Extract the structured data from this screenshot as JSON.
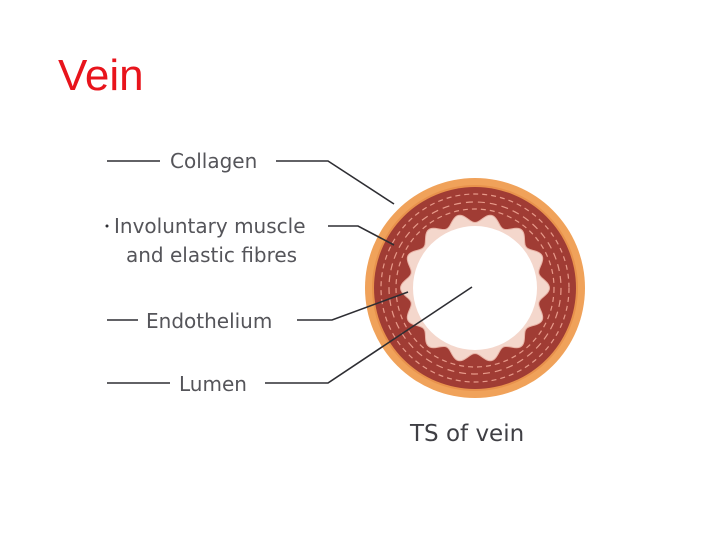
{
  "slide": {
    "title": "Vein"
  },
  "diagram": {
    "labels": {
      "collagen": "Collagen",
      "muscle_line1": "Involuntary muscle",
      "muscle_line2": "and elastic fibres",
      "endothelium": "Endothelium",
      "lumen": "Lumen"
    },
    "caption": "TS of vein",
    "colors": {
      "outer_layer": "#f0a25a",
      "muscle_layer": "#a03c34",
      "endothelium": "#f4d7cc",
      "lumen": "#ffffff",
      "title": "#e8141c"
    }
  }
}
